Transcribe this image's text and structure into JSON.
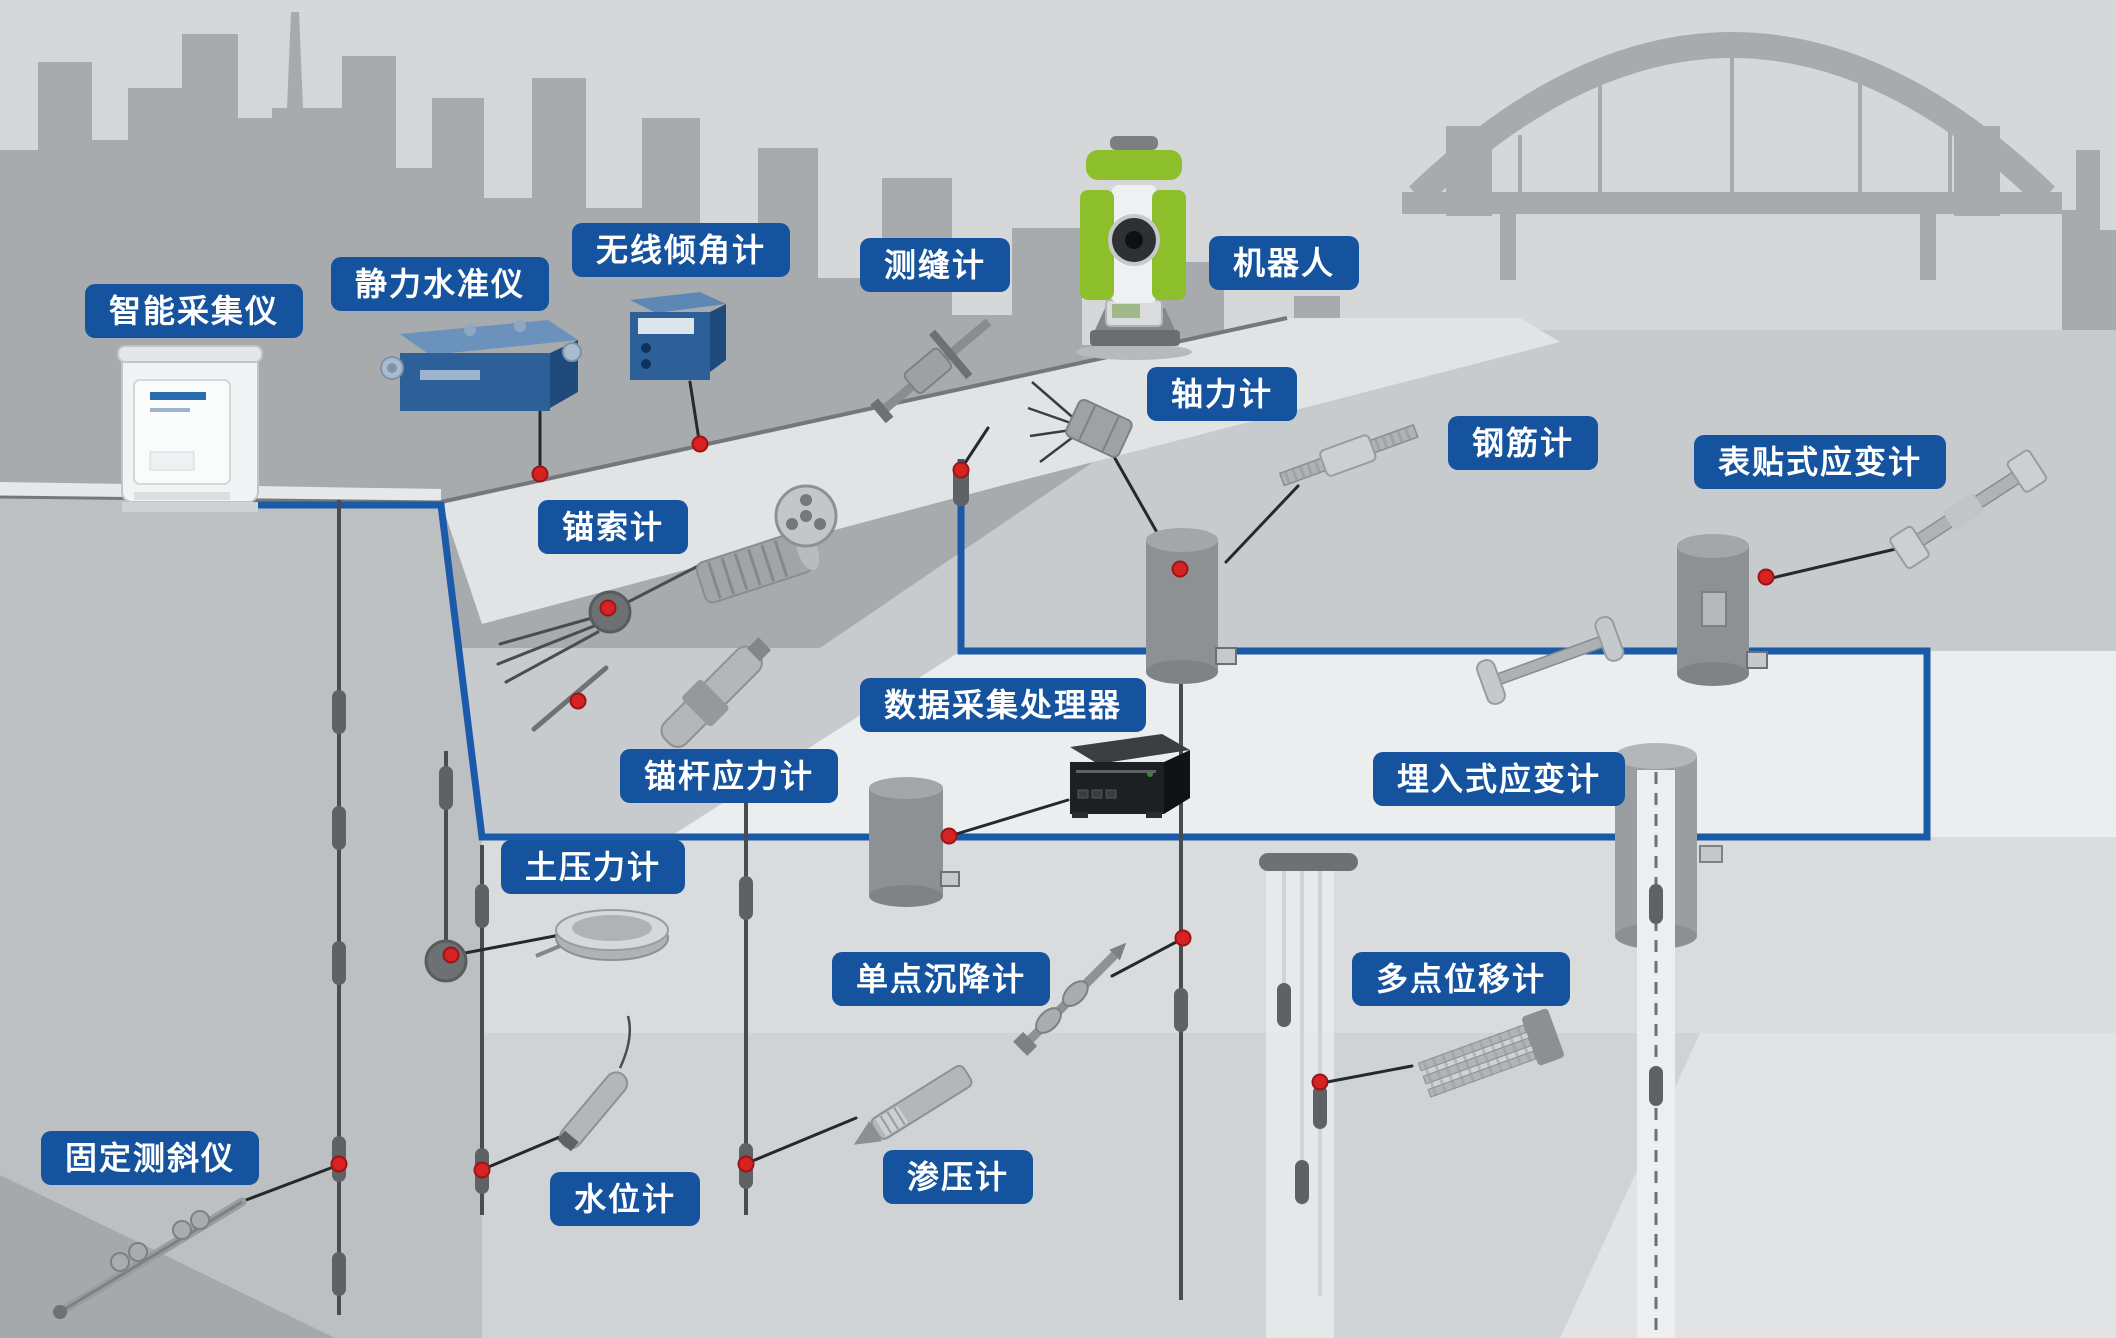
{
  "diagram": {
    "labels": [
      {
        "id": "smart-collector",
        "text": "智能采集仪"
      },
      {
        "id": "static-level",
        "text": "静力水准仪"
      },
      {
        "id": "wireless-tiltmeter",
        "text": "无线倾角计"
      },
      {
        "id": "crack-meter",
        "text": "测缝计"
      },
      {
        "id": "robot",
        "text": "机器人"
      },
      {
        "id": "axial-force-meter",
        "text": "轴力计"
      },
      {
        "id": "rebar-meter",
        "text": "钢筋计"
      },
      {
        "id": "surface-strain-gauge",
        "text": "表贴式应变计"
      },
      {
        "id": "anchor-cable-meter",
        "text": "锚索计"
      },
      {
        "id": "data-processor",
        "text": "数据采集处理器"
      },
      {
        "id": "anchor-rod-stress-meter",
        "text": "锚杆应力计"
      },
      {
        "id": "embedded-strain-gauge",
        "text": "埋入式应变计"
      },
      {
        "id": "earth-pressure-cell",
        "text": "土压力计"
      },
      {
        "id": "single-point-settlement",
        "text": "单点沉降计"
      },
      {
        "id": "multi-point-extensometer",
        "text": "多点位移计"
      },
      {
        "id": "fixed-inclinometer",
        "text": "固定测斜仪"
      },
      {
        "id": "water-level-meter",
        "text": "水位计"
      },
      {
        "id": "piezometer",
        "text": "渗压计"
      }
    ],
    "colors": {
      "label_background": "#15539e",
      "label_text": "#ffffff",
      "bus_line": "#1a5aa8",
      "connection_dot": "#d62222",
      "skyline_silhouette": "#a8abae",
      "sky_background": "#d5d7d9"
    }
  }
}
